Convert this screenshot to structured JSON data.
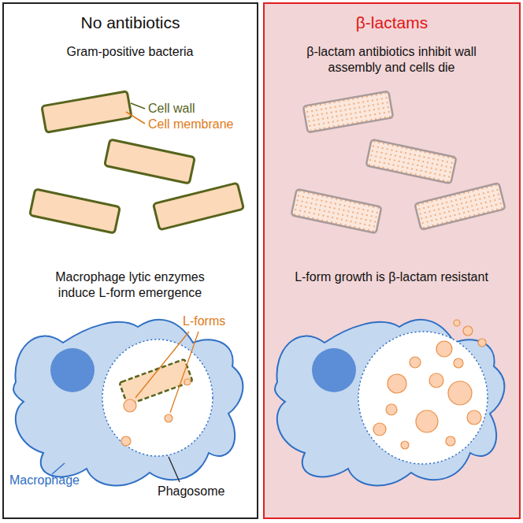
{
  "diagram": {
    "nodes": [
      {
        "text": [
          "No antibiotics"
        ]
      },
      {
        "text": [
          "β-lactams"
        ]
      }
    ],
    "labels": [
      "Gram-positive bacteria",
      "Cell wall",
      "Cell membrane",
      "Macrophage lytic enzymes induce L-form emergence",
      "L-forms",
      "Macrophage",
      "Phagosome",
      "β-lactam antibiotics inhibit wall assembly and cells die",
      "L-form growth is β-lactam resistant"
    ]
  }
}
